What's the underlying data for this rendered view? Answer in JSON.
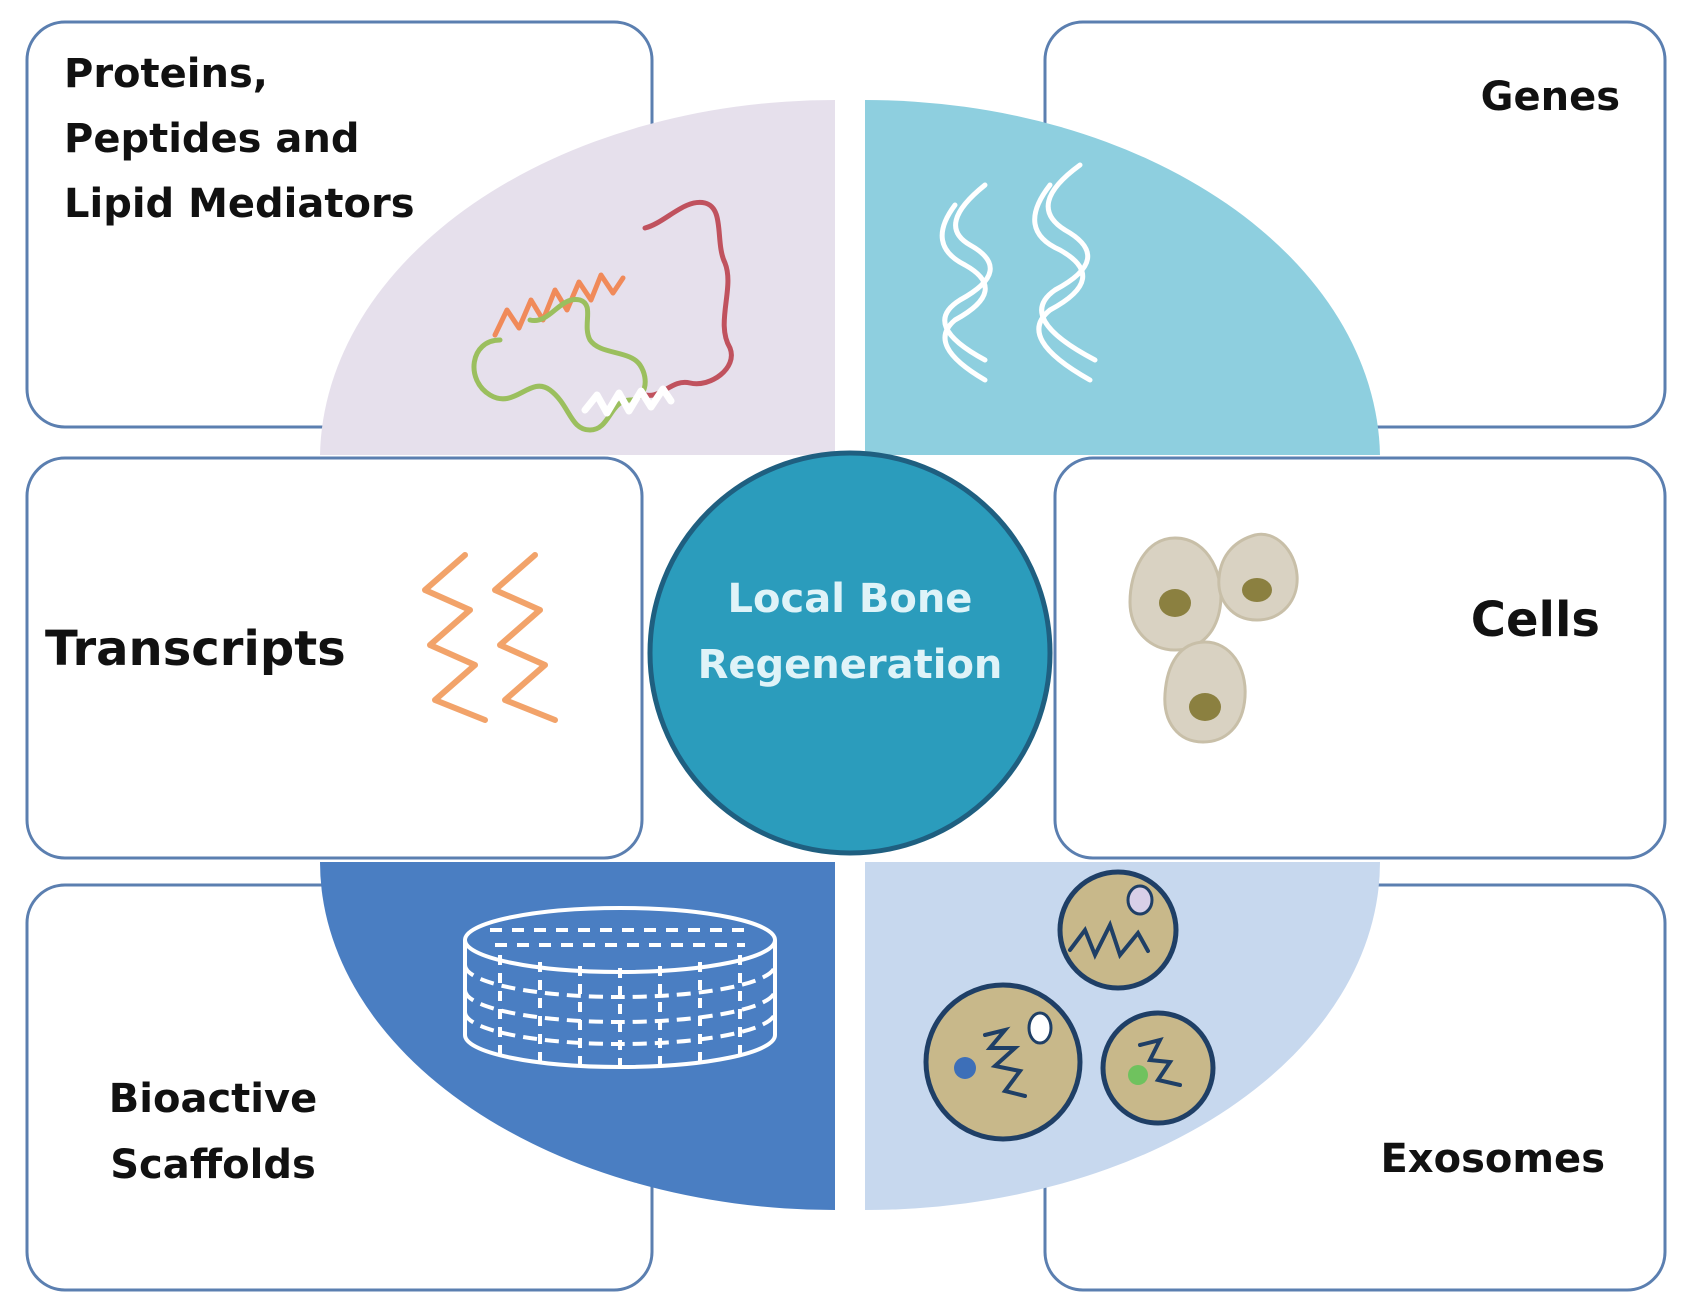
{
  "center": {
    "line1": "Local Bone",
    "line2": "Regeneration"
  },
  "categories": {
    "proteins": {
      "line1": "Proteins,",
      "line2": "Peptides and",
      "line3": "Lipid Mediators",
      "icon": "protein-chain-icon",
      "color": "#e6e0ec"
    },
    "genes": {
      "label": "Genes",
      "icon": "dna-helix-icon",
      "color": "#8ecfdf"
    },
    "transcripts": {
      "label": "Transcripts",
      "icon": "rna-strand-icon",
      "color": "#f2a36a"
    },
    "cells": {
      "label": "Cells",
      "icon": "cell-icon",
      "color": "#d9d2c2"
    },
    "scaffolds": {
      "line1": "Bioactive",
      "line2": "Scaffolds",
      "icon": "scaffold-cylinder-icon",
      "color": "#4a7ec2"
    },
    "exosomes": {
      "label": "Exosomes",
      "icon": "exosome-icon",
      "color": "#c7d8ee"
    }
  },
  "colors": {
    "border": "#5b7fb0",
    "center_fill": "#2b9cbc",
    "center_stroke": "#1f5f80"
  }
}
